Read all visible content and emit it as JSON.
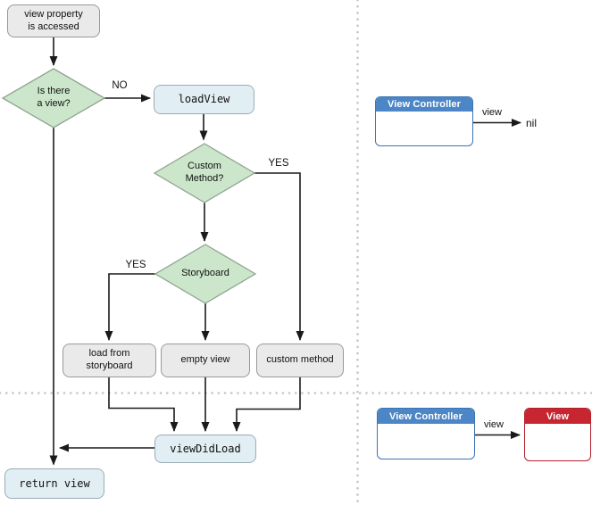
{
  "flow": {
    "nodes": {
      "start": {
        "label": "view property\nis accessed"
      },
      "is_there_a_view": {
        "label": "Is there\na view?"
      },
      "load_view": {
        "label": "loadView"
      },
      "custom_method_q": {
        "label": "Custom\nMethod?"
      },
      "storyboard_q": {
        "label": "Storyboard"
      },
      "load_from_storyboard": {
        "label": "load from\nstoryboard"
      },
      "empty_view": {
        "label": "empty view"
      },
      "custom_method": {
        "label": "custom method"
      },
      "view_did_load": {
        "label": "viewDidLoad"
      },
      "return_view": {
        "label": "return view"
      }
    },
    "edge_labels": {
      "no": "NO",
      "yes_custom": "YES",
      "yes_storyboard": "YES"
    }
  },
  "uml": {
    "controller_nil": {
      "title": "View Controller",
      "edge_label": "view",
      "target": "nil"
    },
    "controller_view": {
      "title": "View Controller",
      "edge_label": "view",
      "view_title": "View"
    }
  },
  "colors": {
    "process_fill": "#eaeaea",
    "process_border": "#999999",
    "decision_fill": "#cbe6cb",
    "decision_border": "#8fa48f",
    "code_fill": "#e1eef3",
    "code_border": "#9badb5",
    "controller_header": "#4d86c6",
    "controller_border": "#3a74b5",
    "view_header": "#c7252f",
    "view_border": "#b2212b",
    "connector": "#1a1a1a",
    "divider_dot": "#c6c6c6"
  }
}
